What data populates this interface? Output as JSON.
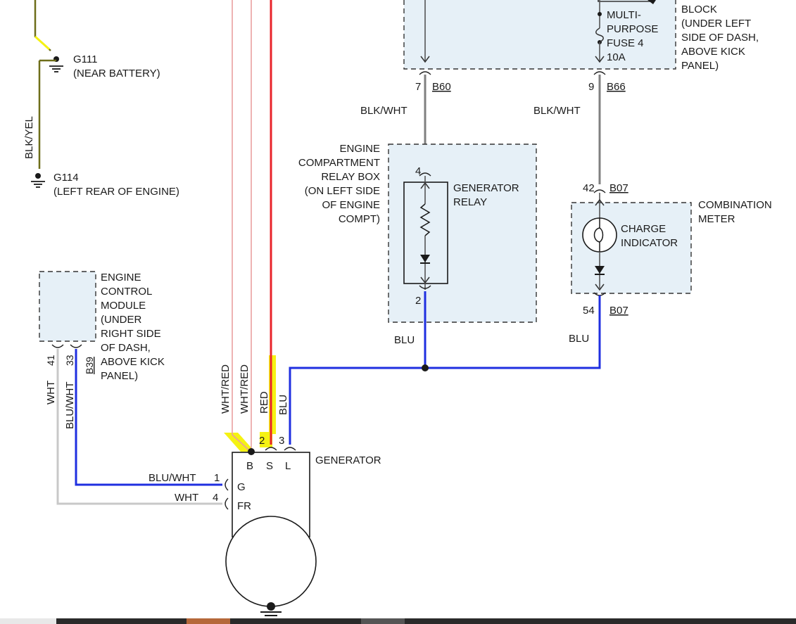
{
  "colors": {
    "background": "#ffffff",
    "blu_wire": "#1f2fe0",
    "red_wire": "#e8232a",
    "wht_red_wire": "#e9a0a0",
    "blk_wht_wire": "#808080",
    "blk_yel_wire": "#6e6e1a",
    "wht_wire": "#c8c8c8",
    "box_fill": "#e6f0f7",
    "highlight": "#f5f213"
  },
  "grounds": [
    {
      "id": "G111",
      "location": "(NEAR BATTERY)"
    },
    {
      "id": "G114",
      "location": "(LEFT REAR OF ENGINE)"
    }
  ],
  "wires": {
    "blk_yel": "BLK/YEL",
    "blk_wht_1": "BLK/WHT",
    "blk_wht_2": "BLK/WHT",
    "blu_1": "BLU",
    "blu_2": "BLU",
    "wht_red_1": "WHT/RED",
    "wht_red_2": "WHT/RED",
    "red": "RED",
    "blu_gen": "BLU",
    "wht_ecm": "WHT",
    "blu_wht_ecm": "BLU/WHT",
    "blu_wht_g": "BLU/WHT",
    "wht_fr": "WHT"
  },
  "fuse_block": {
    "label": [
      "BLOCK",
      "(UNDER LEFT",
      "SIDE OF DASH,",
      "ABOVE KICK",
      "PANEL)"
    ],
    "fuse_label": [
      "MULTI-",
      "PURPOSE",
      "FUSE 4",
      "10A"
    ],
    "pin_left": {
      "pin": "7",
      "connector": "B60"
    },
    "pin_right": {
      "pin": "9",
      "connector": "B66"
    }
  },
  "relay_box": {
    "label": [
      "ENGINE",
      "COMPARTMENT",
      "RELAY BOX",
      "(ON LEFT SIDE",
      "OF ENGINE",
      "COMPT)"
    ],
    "relay_label": [
      "GENERATOR",
      "RELAY"
    ],
    "pin_top": "4",
    "pin_bottom": "2"
  },
  "combination_meter": {
    "label": [
      "COMBINATION",
      "METER"
    ],
    "indicator_label": [
      "CHARGE",
      "INDICATOR"
    ],
    "pin_top": {
      "pin": "42",
      "connector": "B07"
    },
    "pin_bottom": {
      "pin": "54",
      "connector": "B07"
    }
  },
  "ecm": {
    "label": [
      "ENGINE",
      "CONTROL",
      "MODULE",
      "(UNDER",
      "RIGHT SIDE",
      "OF DASH,",
      "ABOVE KICK",
      "PANEL)"
    ],
    "pin_a": "41",
    "pin_b": "33",
    "connector": "B39"
  },
  "generator": {
    "label": "GENERATOR",
    "terminals_top": [
      "B",
      "S",
      "L"
    ],
    "pin_s": "2",
    "pin_l": "3",
    "terminal_g": {
      "pin": "1",
      "name": "G"
    },
    "terminal_fr": {
      "pin": "4",
      "name": "FR"
    }
  }
}
